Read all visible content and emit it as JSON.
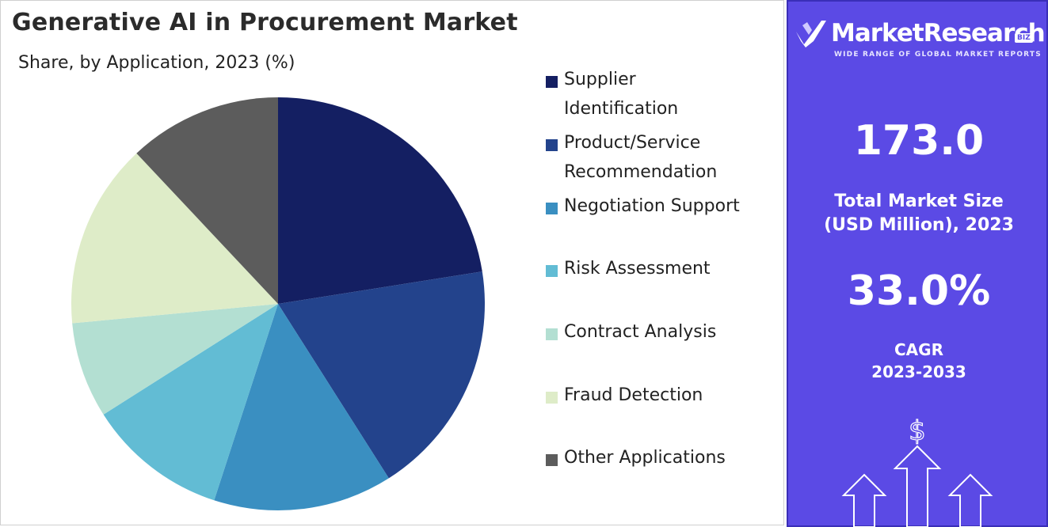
{
  "title": "Generative AI in Procurement Market",
  "subtitle": "Share, by Application, 2023 (%)",
  "chart_data": {
    "type": "pie",
    "categories": [
      "Supplier Identification",
      "Product/Service Recommendation",
      "Negotiation Support",
      "Risk Assessment",
      "Contract Analysis",
      "Fraud Detection",
      "Other Applications"
    ],
    "values": [
      22.5,
      18.5,
      14.0,
      11.0,
      7.5,
      14.5,
      12.0
    ],
    "colors": [
      "#141f62",
      "#23438c",
      "#3a8fc1",
      "#62bcd4",
      "#b3dfd2",
      "#deecc8",
      "#5c5c5c"
    ],
    "legend_position": "right"
  },
  "brand": {
    "name": "MarketResearch",
    "badge": "BIZ",
    "tagline": "WIDE RANGE OF GLOBAL MARKET REPORTS"
  },
  "stats": {
    "market_size_value": "173.0",
    "market_size_label_line1": "Total Market Size",
    "market_size_label_line2": "(USD Million), 2023",
    "cagr_value": "33.0%",
    "cagr_label_line1": "CAGR",
    "cagr_label_line2": "2023-2033"
  },
  "colors": {
    "panel_bg": "#5b4ae5",
    "panel_border": "#3a2eb8"
  }
}
